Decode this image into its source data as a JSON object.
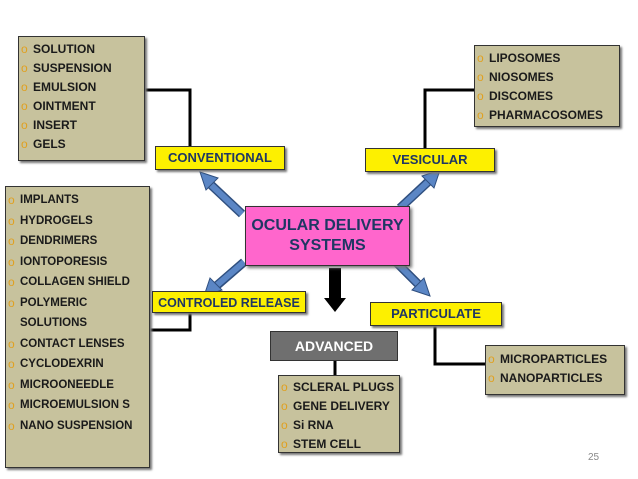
{
  "center": {
    "line1": "OCULAR DELIVERY",
    "line2": "SYSTEMS"
  },
  "labels": {
    "conventional": "CONVENTIONAL",
    "vesicular": "VESICULAR",
    "controlled": "CONTROLED RELEASE",
    "particulate": "PARTICULATE",
    "advanced": "ADVANCED"
  },
  "conventional_items": [
    "SOLUTION",
    "SUSPENSION",
    "EMULSION",
    "OINTMENT",
    "INSERT",
    "GELS"
  ],
  "vesicular_items": [
    "LIPOSOMES",
    "NIOSOMES",
    "DISCOMES",
    "PHARMACOSOMES"
  ],
  "controlled_items": [
    "IMPLANTS",
    "HYDROGELS",
    "DENDRIMERS",
    "IONTOPORESIS",
    "COLLAGEN SHIELD",
    "POLYMERIC SOLUTIONS",
    "CONTACT LENSES",
    "CYCLODEXRIN",
    "MICROONEEDLE",
    "MICROEMULSION S",
    "NANO SUSPENSION"
  ],
  "particulate_items": [
    "MICROPARTICLES",
    "NANOPARTICLES"
  ],
  "advanced_items": [
    "SCLERAL PLUGS",
    "GENE DELIVERY",
    "Si RNA",
    "STEM CELL"
  ],
  "page_number": "25",
  "colors": {
    "list_bg": "#c7c29d",
    "label_bg": "#fdf000",
    "center_bg": "#ff66cc",
    "advanced_bg": "#6f6f6f",
    "arrow": "#5b86c5",
    "bullet": "#e0a020"
  }
}
